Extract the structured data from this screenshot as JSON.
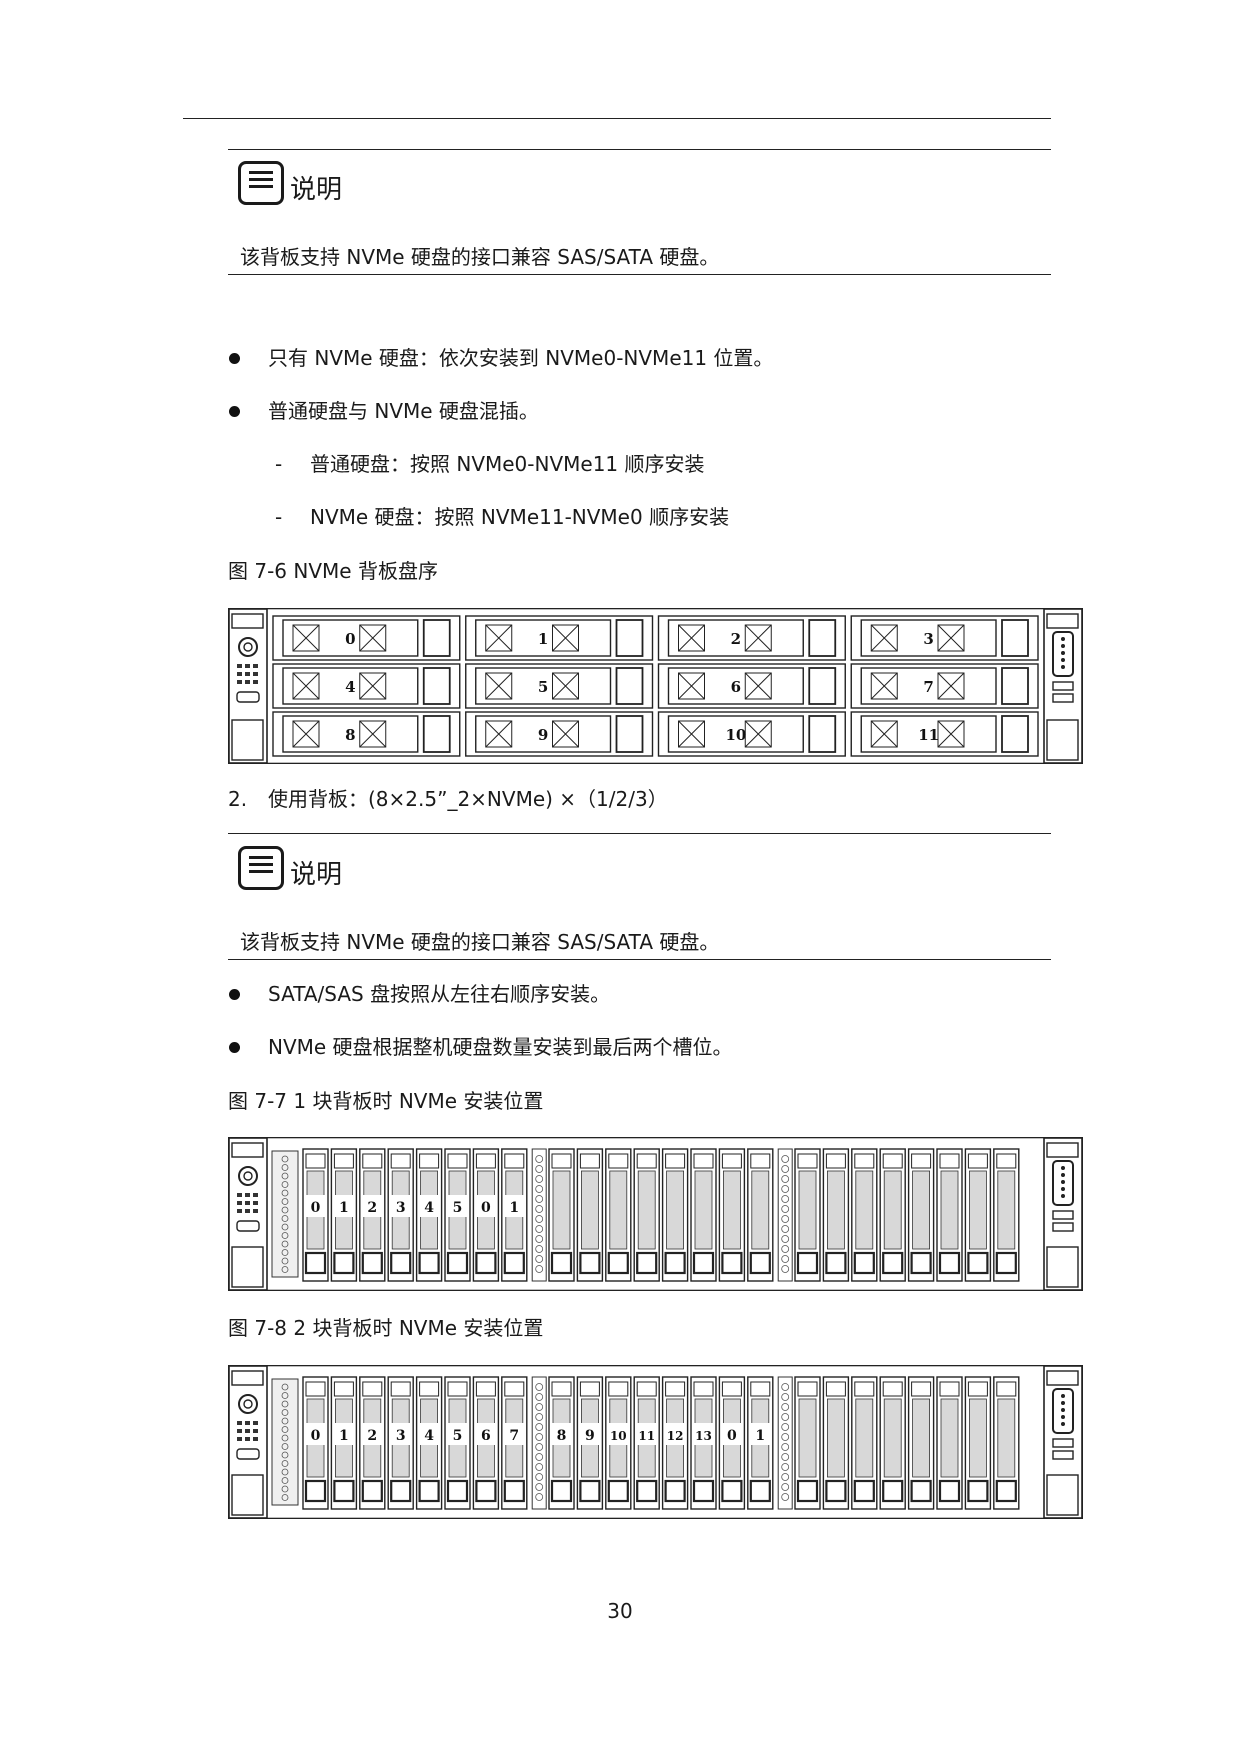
{
  "note1": {
    "title": "说明",
    "text": "该背板支持 NVMe 硬盘的接口兼容 SAS/SATA 硬盘。"
  },
  "bullets1": [
    "只有 NVMe 硬盘：依次安装到 NVMe0-NVMe11 位置。",
    "普通硬盘与 NVMe 硬盘混插。"
  ],
  "sub_bullets": [
    "普通硬盘：按照 NVMe0-NVMe11 顺序安装",
    "NVMe 硬盘：按照 NVMe11-NVMe0 顺序安装"
  ],
  "dash_symbol": "-",
  "figure6": {
    "caption": "图 7-6 NVMe 背板盘序",
    "slots": [
      "0",
      "1",
      "2",
      "3",
      "4",
      "5",
      "6",
      "7",
      "8",
      "9",
      "10",
      "11"
    ]
  },
  "item2": {
    "number": "2.",
    "text": "使用背板：(8×2.5”_2×NVMe) ×（1/2/3）"
  },
  "note2": {
    "title": "说明",
    "text": "该背板支持 NVMe 硬盘的接口兼容 SAS/SATA 硬盘。"
  },
  "bullets2": [
    "SATA/SAS 盘按照从左往右顺序安装。",
    "NVMe 硬盘根据整机硬盘数量安装到最后两个槽位。"
  ],
  "figure7": {
    "caption": "图 7-7 1 块背板时 NVMe 安装位置",
    "labels": [
      "0",
      "1",
      "2",
      "3",
      "4",
      "5",
      "0",
      "1"
    ]
  },
  "figure8": {
    "caption": "图 7-8 2 块背板时 NVMe 安装位置",
    "labels": [
      "0",
      "1",
      "2",
      "3",
      "4",
      "5",
      "6",
      "7",
      "8",
      "9",
      "10",
      "11",
      "12",
      "13",
      "0",
      "1"
    ]
  },
  "page_number": "30"
}
